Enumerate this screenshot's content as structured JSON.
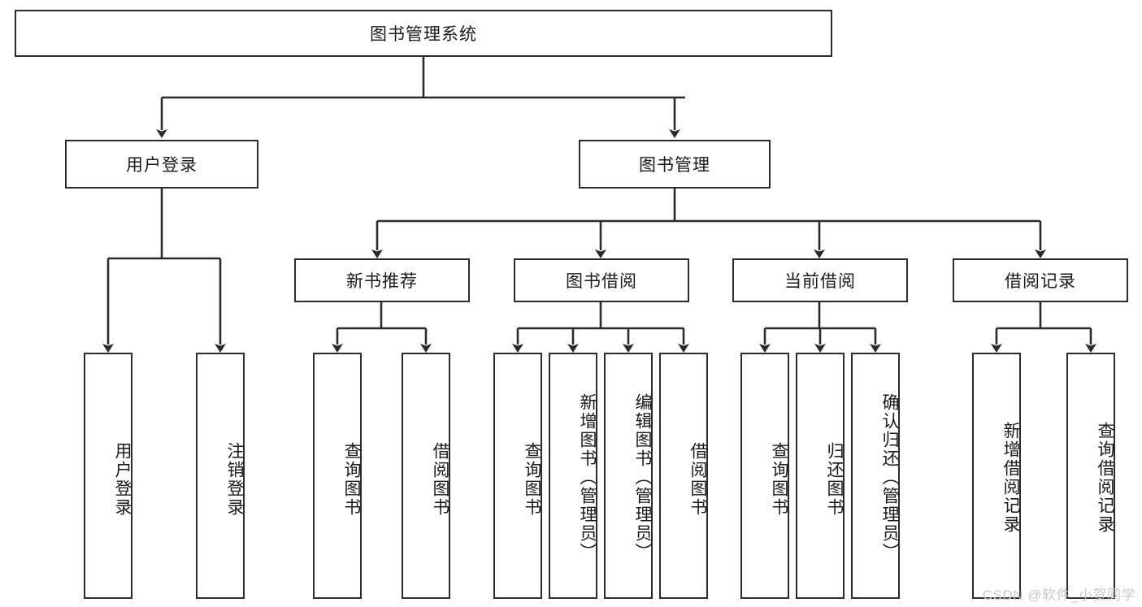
{
  "diagram": {
    "type": "tree-hierarchy-flowchart",
    "title": "图书管理系统",
    "root": {
      "id": "root",
      "label": "图书管理系统",
      "level": 0
    },
    "level1": [
      {
        "id": "user-login",
        "label": "用户登录"
      },
      {
        "id": "book-management",
        "label": "图书管理"
      }
    ],
    "level2": [
      {
        "id": "new-book-recommend",
        "label": "新书推荐",
        "parent": "book-management"
      },
      {
        "id": "book-borrow",
        "label": "图书借阅",
        "parent": "book-management"
      },
      {
        "id": "current-borrow",
        "label": "当前借阅",
        "parent": "book-management"
      },
      {
        "id": "borrow-record",
        "label": "借阅记录",
        "parent": "book-management"
      }
    ],
    "leaves": {
      "user-login": [
        {
          "id": "leaf-user-login",
          "label": "用户登录"
        },
        {
          "id": "leaf-user-logout",
          "label": "注销登录"
        }
      ],
      "new-book-recommend": [
        {
          "id": "leaf-query-book-1",
          "label": "查询图书"
        },
        {
          "id": "leaf-borrow-book-1",
          "label": "借阅图书"
        }
      ],
      "book-borrow": [
        {
          "id": "leaf-query-book-2",
          "label": "查询图书"
        },
        {
          "id": "leaf-add-book",
          "label": "新增图书（管理员）"
        },
        {
          "id": "leaf-edit-book",
          "label": "编辑图书（管理员）"
        },
        {
          "id": "leaf-borrow-book-2",
          "label": "借阅图书"
        }
      ],
      "current-borrow": [
        {
          "id": "leaf-query-book-3",
          "label": "查询图书"
        },
        {
          "id": "leaf-return-book",
          "label": "归还图书"
        },
        {
          "id": "leaf-confirm-return",
          "label": "确认归还（管理员）"
        }
      ],
      "borrow-record": [
        {
          "id": "leaf-add-record",
          "label": "新增借阅记录"
        },
        {
          "id": "leaf-query-record",
          "label": "查询借阅记录"
        }
      ]
    }
  },
  "watermark": {
    "text": "CSDN @软件_小贺同学"
  },
  "colors": {
    "stroke": "#2b2b2b",
    "background": "#ffffff",
    "text": "#1a1a1a",
    "watermark": "#c9c9c9"
  }
}
